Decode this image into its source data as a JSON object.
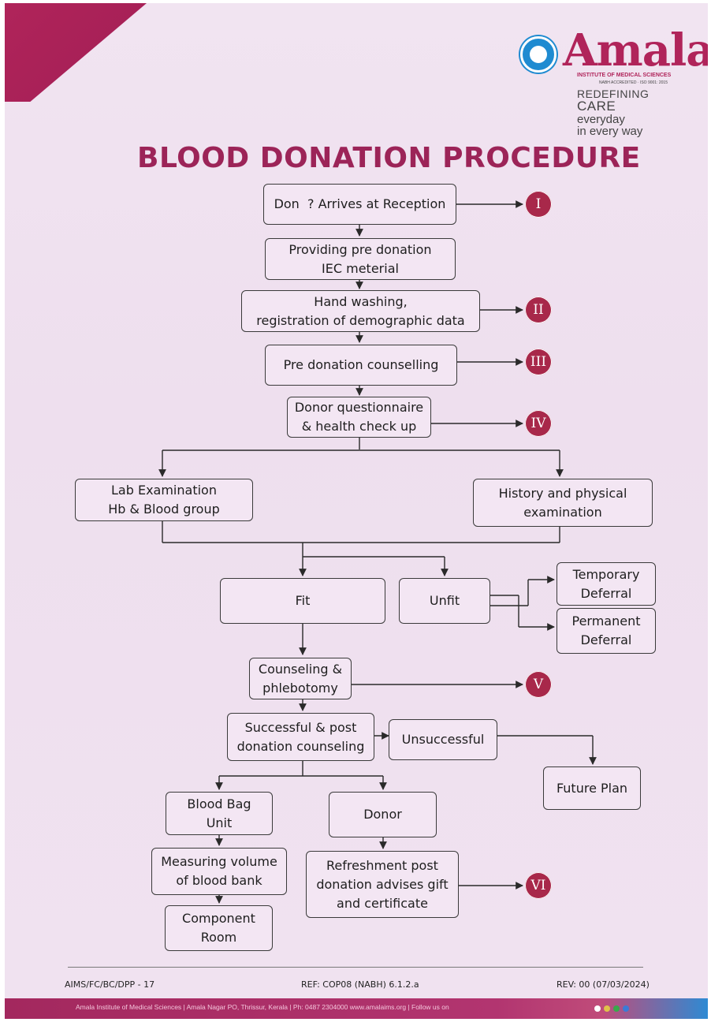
{
  "header": {
    "logo_word": "Amala",
    "logo_subtitle": "INSTITUTE OF MEDICAL SCIENCES",
    "logo_accreditation": "NABH ACCREDITED · ISO 9001: 2015",
    "tagline_line1": "REDEFINING",
    "tagline_line2": "CARE",
    "tagline_line3": "everyday",
    "tagline_line4": "in every way"
  },
  "title": "BLOOD DONATION PROCEDURE",
  "steps": {
    "arrives": "Don  ? Arrives at Reception",
    "pre_material": "Providing pre donation\nIEC meterial",
    "hand_washing": "Hand washing,\nregistration of demographic data",
    "pre_counselling": "Pre donation counselling",
    "questionnaire": "Donor questionnaire\n& health check up",
    "lab_exam": "Lab Examination\nHb & Blood group",
    "history": "History and physical\nexamination",
    "fit": "Fit",
    "unfit": "Unfit",
    "temporary": "Temporary\nDeferral",
    "permanent": "Permanent\nDeferral",
    "counseling_phleb": "Counseling &\nphlebotomy",
    "successful": "Successful & post\ndonation counseling",
    "unsuccessful": "Unsuccessful",
    "future_plan": "Future Plan",
    "blood_bag": "Blood Bag\nUnit",
    "donor": "Donor",
    "measuring": "Measuring volume\nof blood bank",
    "refreshment": "Refreshment post\ndonation advises gift\nand certificate",
    "component": "Component\nRoom"
  },
  "badges": {
    "b1": "I",
    "b2": "II",
    "b3": "III",
    "b4": "IV",
    "b5": "V",
    "b6": "VI"
  },
  "footer": {
    "doc_code": "AIMS/FC/BC/DPP - 17",
    "ref": "REF: COP08 (NABH) 6.1.2.a",
    "rev": "REV: 00 (07/03/2024)",
    "address": "Amala Institute of Medical Sciences | Amala Nagar PO, Thrissur, Kerala | Ph: 0487 2304000  www.amalaims.org | Follow us on"
  },
  "colors": {
    "brand": "#9c2458",
    "badge": "#a8284a",
    "background": "#f1e4f1"
  }
}
